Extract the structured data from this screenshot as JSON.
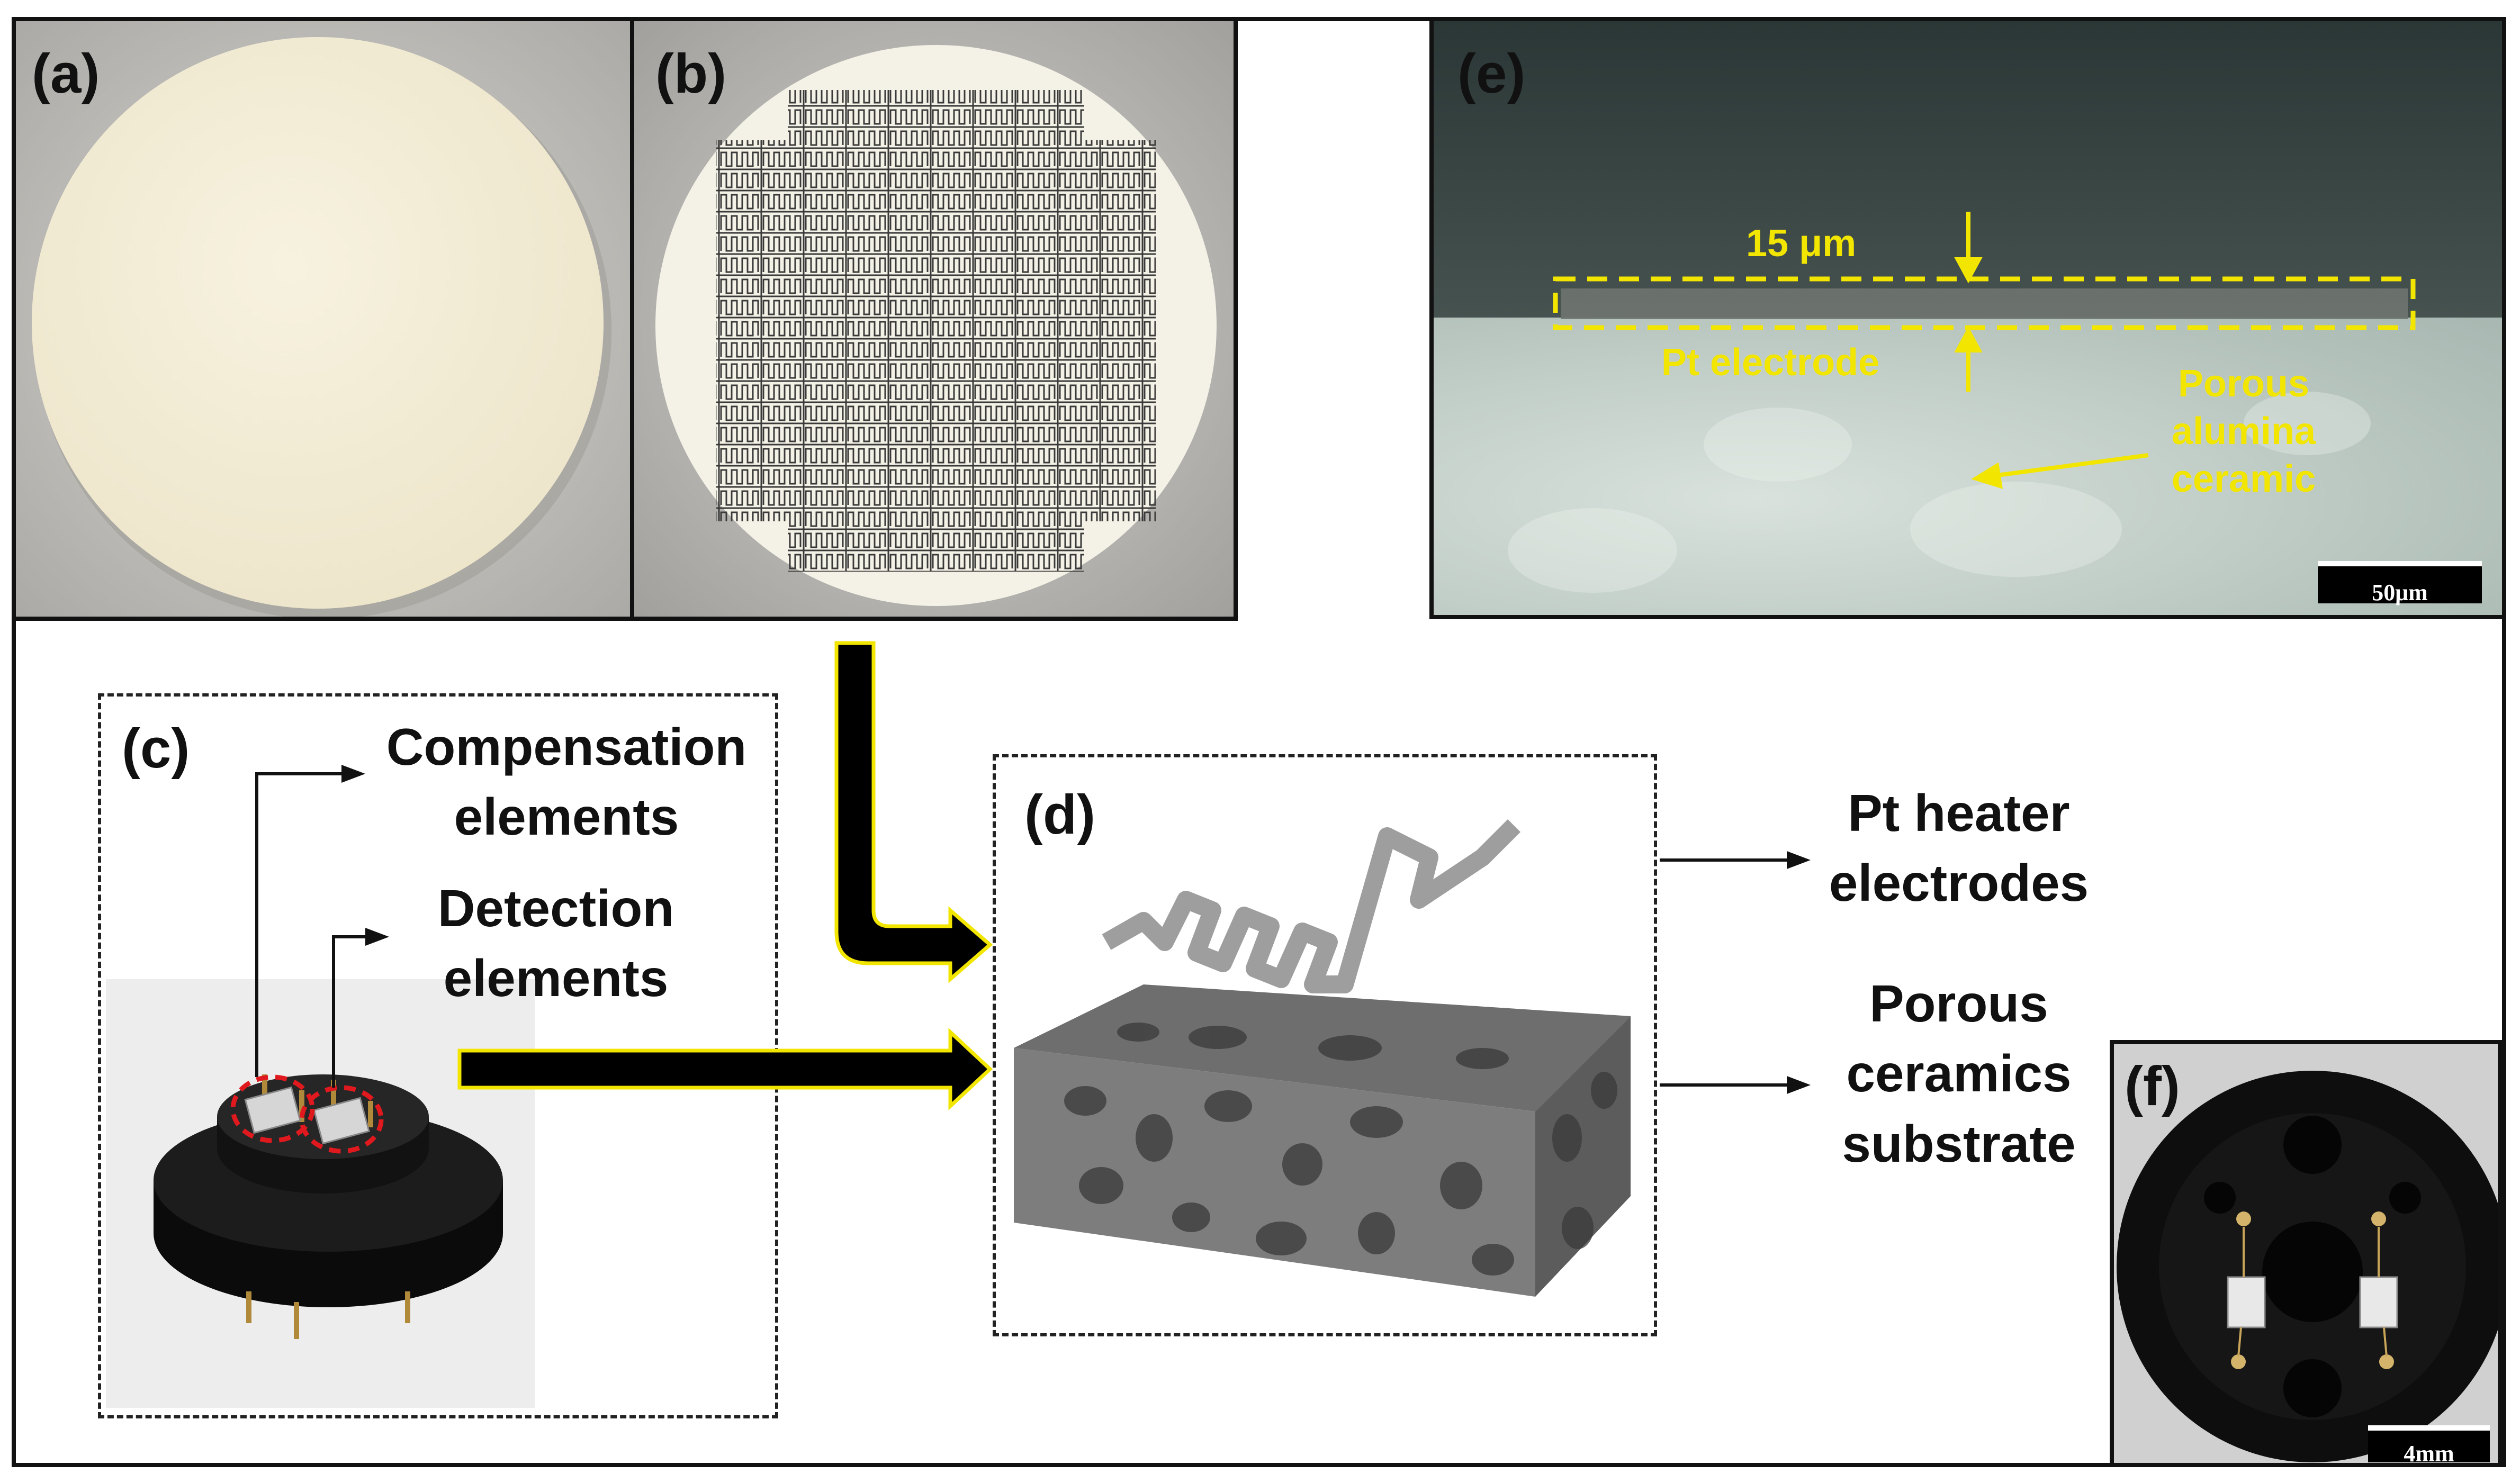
{
  "panels": {
    "a": {
      "label": "(a)"
    },
    "b": {
      "label": "(b)"
    },
    "c": {
      "label": "(c)",
      "compensation": "Compensation elements",
      "detection": "Detection elements"
    },
    "d": {
      "label": "(d)",
      "heater": "Pt heater electrodes",
      "substrate": "Porous ceramics substrate"
    },
    "e": {
      "label": "(e)",
      "thickness": "15 μm",
      "electrode": "Pt electrode",
      "ceramic": "Porous alumina ceramic",
      "scale": "50μm"
    },
    "f": {
      "label": "(f)",
      "scale": "4mm"
    }
  },
  "colors": {
    "annotation_yellow": "#f2e600",
    "arrow_black": "#000000",
    "highlight_red": "#e0191e"
  }
}
